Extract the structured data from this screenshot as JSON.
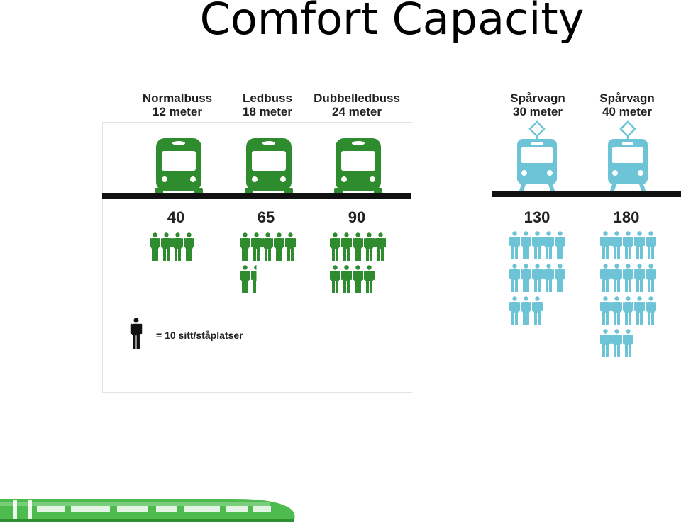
{
  "title": "Comfort Capacity",
  "icon_scale": "10",
  "legend_text": "= 10 sitt/ståplatser",
  "colors": {
    "bus": "#2e8b2e",
    "tram": "#6cc4d6",
    "legend": "#111111"
  },
  "vehicles": [
    {
      "name": "Normalbuss",
      "length": "12 meter",
      "capacity": "40",
      "icon": "bus-icon"
    },
    {
      "name": "Ledbuss",
      "length": "18 meter",
      "capacity": "65",
      "icon": "bus-icon"
    },
    {
      "name": "Dubbelledbuss",
      "length": "24 meter",
      "capacity": "90",
      "icon": "bus-icon"
    },
    {
      "name": "Spårvagn",
      "length": "30 meter",
      "capacity": "130",
      "icon": "tram-icon"
    },
    {
      "name": "Spårvagn",
      "length": "40 meter",
      "capacity": "180",
      "icon": "tram-icon"
    }
  ]
}
